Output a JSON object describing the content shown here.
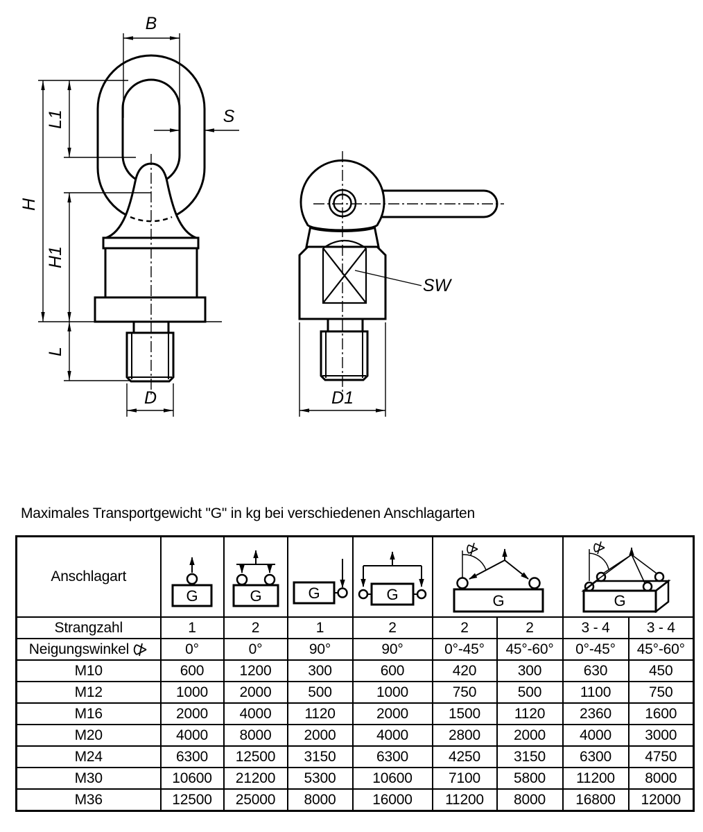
{
  "colors": {
    "line": "#000000",
    "background": "#ffffff"
  },
  "drawing": {
    "labels": {
      "b": "B",
      "s": "S",
      "l1": "L1",
      "h": "H",
      "h1": "H1",
      "l": "L",
      "d": "D",
      "d1": "D1",
      "sw": "SW"
    }
  },
  "table": {
    "title": "Maximales Transportgewicht \"G\" in kg bei verschiedenen Anschlagarten",
    "anschlagart_label": "Anschlagart",
    "load_label": "G",
    "strangzahl_label": "Strangzahl",
    "neigungswinkel_label": "Neigungswinkel",
    "strangzahl": [
      "1",
      "2",
      "1",
      "2",
      "2",
      "2",
      "3 - 4",
      "3 - 4"
    ],
    "neigungswinkel": [
      "0°",
      "0°",
      "90°",
      "90°",
      "0°-45°",
      "45°-60°",
      "0°-45°",
      "45°-60°"
    ],
    "rows": [
      {
        "size": "M10",
        "values": [
          "600",
          "1200",
          "300",
          "600",
          "420",
          "300",
          "630",
          "450"
        ]
      },
      {
        "size": "M12",
        "values": [
          "1000",
          "2000",
          "500",
          "1000",
          "750",
          "500",
          "1100",
          "750"
        ]
      },
      {
        "size": "M16",
        "values": [
          "2000",
          "4000",
          "1120",
          "2000",
          "1500",
          "1120",
          "2360",
          "1600"
        ]
      },
      {
        "size": "M20",
        "values": [
          "4000",
          "8000",
          "2000",
          "4000",
          "2800",
          "2000",
          "4000",
          "3000"
        ]
      },
      {
        "size": "M24",
        "values": [
          "6300",
          "12500",
          "3150",
          "6300",
          "4250",
          "3150",
          "6300",
          "4750"
        ]
      },
      {
        "size": "M30",
        "values": [
          "10600",
          "21200",
          "5300",
          "10600",
          "7100",
          "5800",
          "11200",
          "8000"
        ]
      },
      {
        "size": "M36",
        "values": [
          "12500",
          "25000",
          "8000",
          "16000",
          "11200",
          "8000",
          "16800",
          "12000"
        ]
      }
    ]
  }
}
